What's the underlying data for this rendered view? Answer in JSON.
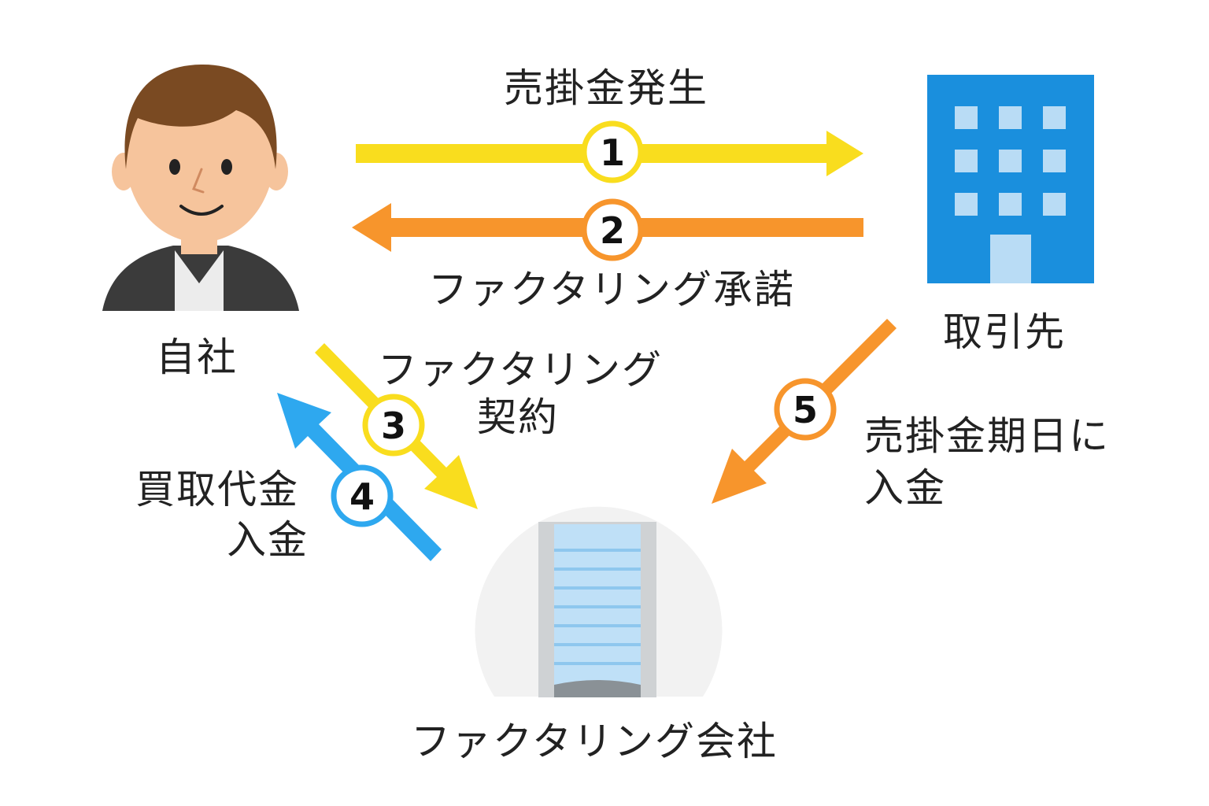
{
  "nodes": {
    "company": {
      "label": "自社"
    },
    "client": {
      "label": "取引先"
    },
    "factor": {
      "label": "ファクタリング会社"
    }
  },
  "steps": [
    {
      "number": "1",
      "label": "売掛金発生",
      "color": "#f9dd1e"
    },
    {
      "number": "2",
      "label": "ファクタリング承諾",
      "color": "#f7952c"
    },
    {
      "number": "3",
      "label_lines": [
        "ファクタリング",
        "契約"
      ],
      "color": "#f9dd1e"
    },
    {
      "number": "4",
      "label_lines": [
        "買取代金",
        "入金"
      ],
      "color": "#2ea8ef"
    },
    {
      "number": "5",
      "label_lines": [
        "売掛金期日に",
        "入金"
      ],
      "color": "#f7952c"
    }
  ],
  "colors": {
    "building_blue": "#1a8fdd",
    "window_light": "#b9dcf5",
    "skin": "#f6c49c",
    "hair": "#7a4a22",
    "suit": "#3b3b3b"
  }
}
